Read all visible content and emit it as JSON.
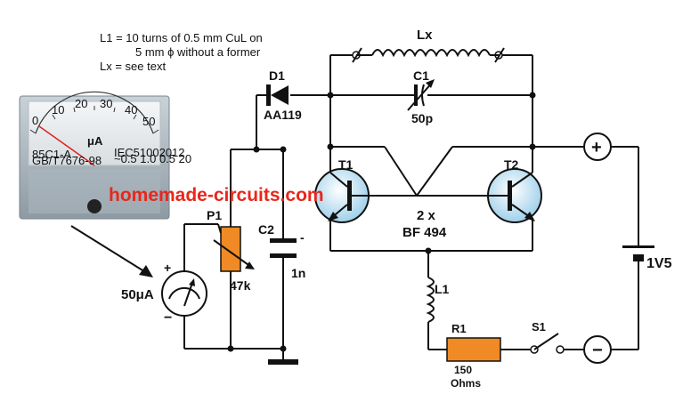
{
  "notes": {
    "l1_line1": "L1 = 10 turns of 0.5 mm CuL on",
    "l1_line2": "5 mm ϕ without a former",
    "lx_line": "Lx = see text"
  },
  "meter_photo": {
    "scale_numbers": [
      "0",
      "10",
      "20",
      "30",
      "40",
      "50"
    ],
    "unit": "μA",
    "small_text_1": "85C1-A",
    "small_text_2": "GB/T7676-98",
    "small_text_3": "IEC51002012",
    "small_text_4": "~0.5 1.0 0.5 20"
  },
  "watermark": "homemade-circuits.com",
  "components": {
    "lx": "Lx",
    "d1_name": "D1",
    "d1_value": "AA119",
    "c1_name": "C1",
    "c1_value": "50p",
    "t1": "T1",
    "t2": "T2",
    "transistor_count": "2 x",
    "transistor_type": "BF 494",
    "p1_name": "P1",
    "p1_value": "47k",
    "c2_name": "C2",
    "c2_value": "1n",
    "meter_value": "50μA",
    "l1": "L1",
    "r1_name": "R1",
    "r1_value_1": "150",
    "r1_value_2": "Ohms",
    "s1": "S1",
    "battery": "1V5",
    "plus_sign": "+",
    "minus_sign": "−",
    "c2_minus": "-"
  },
  "colors": {
    "component_fill": "#f08a24",
    "watermark": "#e8271c",
    "transistor_fill": "#9fd0ea"
  }
}
